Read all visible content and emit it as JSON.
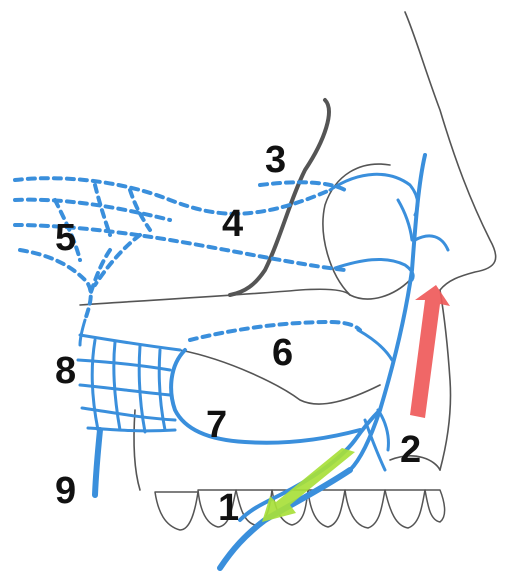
{
  "labels": {
    "l1": "1",
    "l2": "2",
    "l3": "3",
    "l4": "4",
    "l5": "5",
    "l6": "6",
    "l7": "7",
    "l8": "8",
    "l9": "9"
  },
  "colors": {
    "outline": "#555555",
    "vein": "#3a8fdc",
    "arrow_up": "#ef5a5a",
    "arrow_down": "#a8e03a",
    "text": "#111111"
  }
}
